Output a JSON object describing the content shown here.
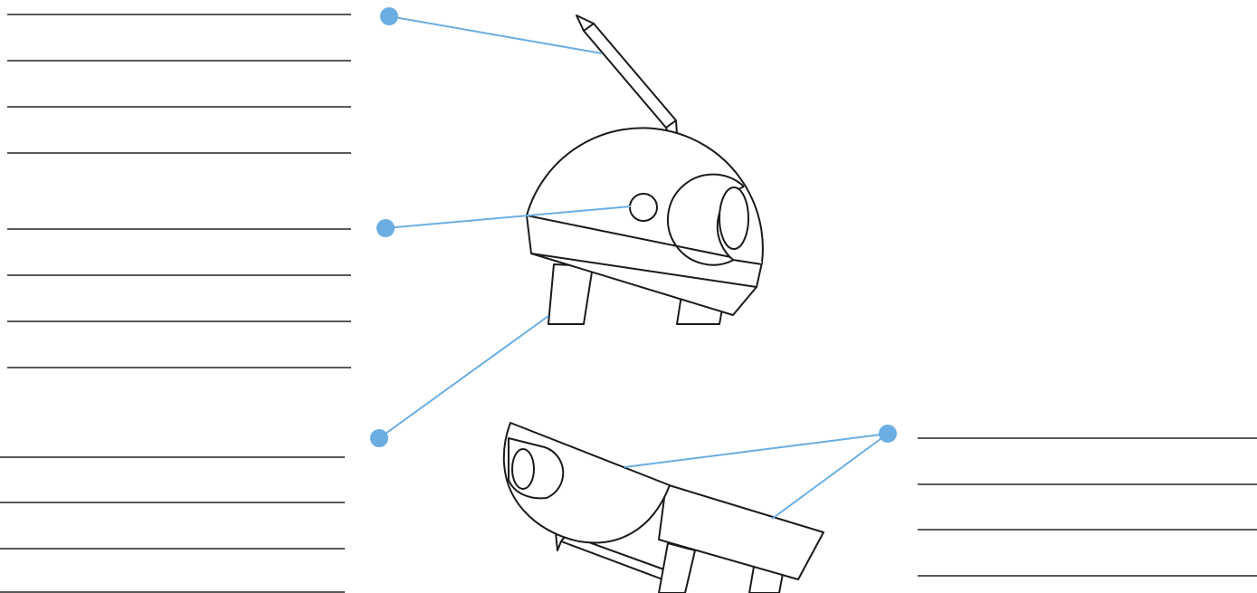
{
  "colors": {
    "line": "#222222",
    "leader": "#6aaee3",
    "marker": "#6aaee3",
    "background": "#ffffff"
  },
  "label_groups": [
    {
      "name": "group-1",
      "answer_lines": 4
    },
    {
      "name": "group-2",
      "answer_lines": 4
    },
    {
      "name": "group-3",
      "answer_lines": 4
    },
    {
      "name": "group-4",
      "answer_lines": 4
    }
  ],
  "callout_markers": 4
}
